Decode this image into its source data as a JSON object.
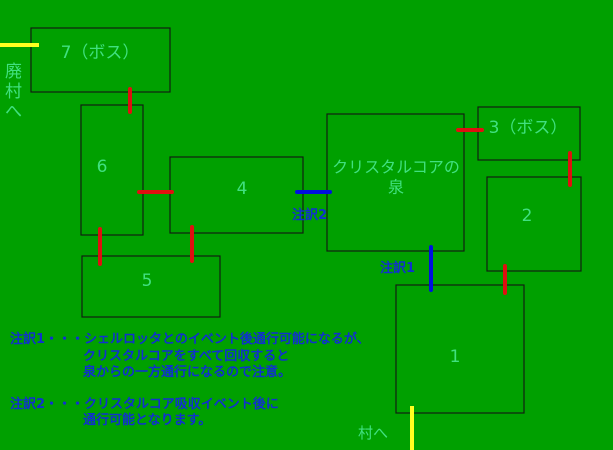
{
  "rooms": {
    "r7": "7（ボス）",
    "r6": "6",
    "r5": "5",
    "r4": "4",
    "fountain_line1": "クリスタルコアの",
    "fountain_line2": "泉",
    "r3": "3（ボス）",
    "r2": "2",
    "r1": "1"
  },
  "exits": {
    "ruined_village": [
      "廃",
      "村",
      "へ"
    ],
    "village": "村へ"
  },
  "markers": {
    "note1": "注訳1",
    "note2": "注訳2"
  },
  "notes": {
    "note1_line1": "注訳1・・・シェルロッタとのイベント後通行可能になるが、",
    "note1_line2": "クリスタルコアをすべて回収すると",
    "note1_line3": "泉からの一方通行になるので注意。",
    "note2_line1": "注訳2・・・クリスタルコア吸収イベント後に",
    "note2_line2": "通行可能となります。"
  },
  "colors": {
    "background": "#00a000",
    "passage": "#e01010",
    "conditional": "#0010e0",
    "exit": "#ffff20"
  }
}
